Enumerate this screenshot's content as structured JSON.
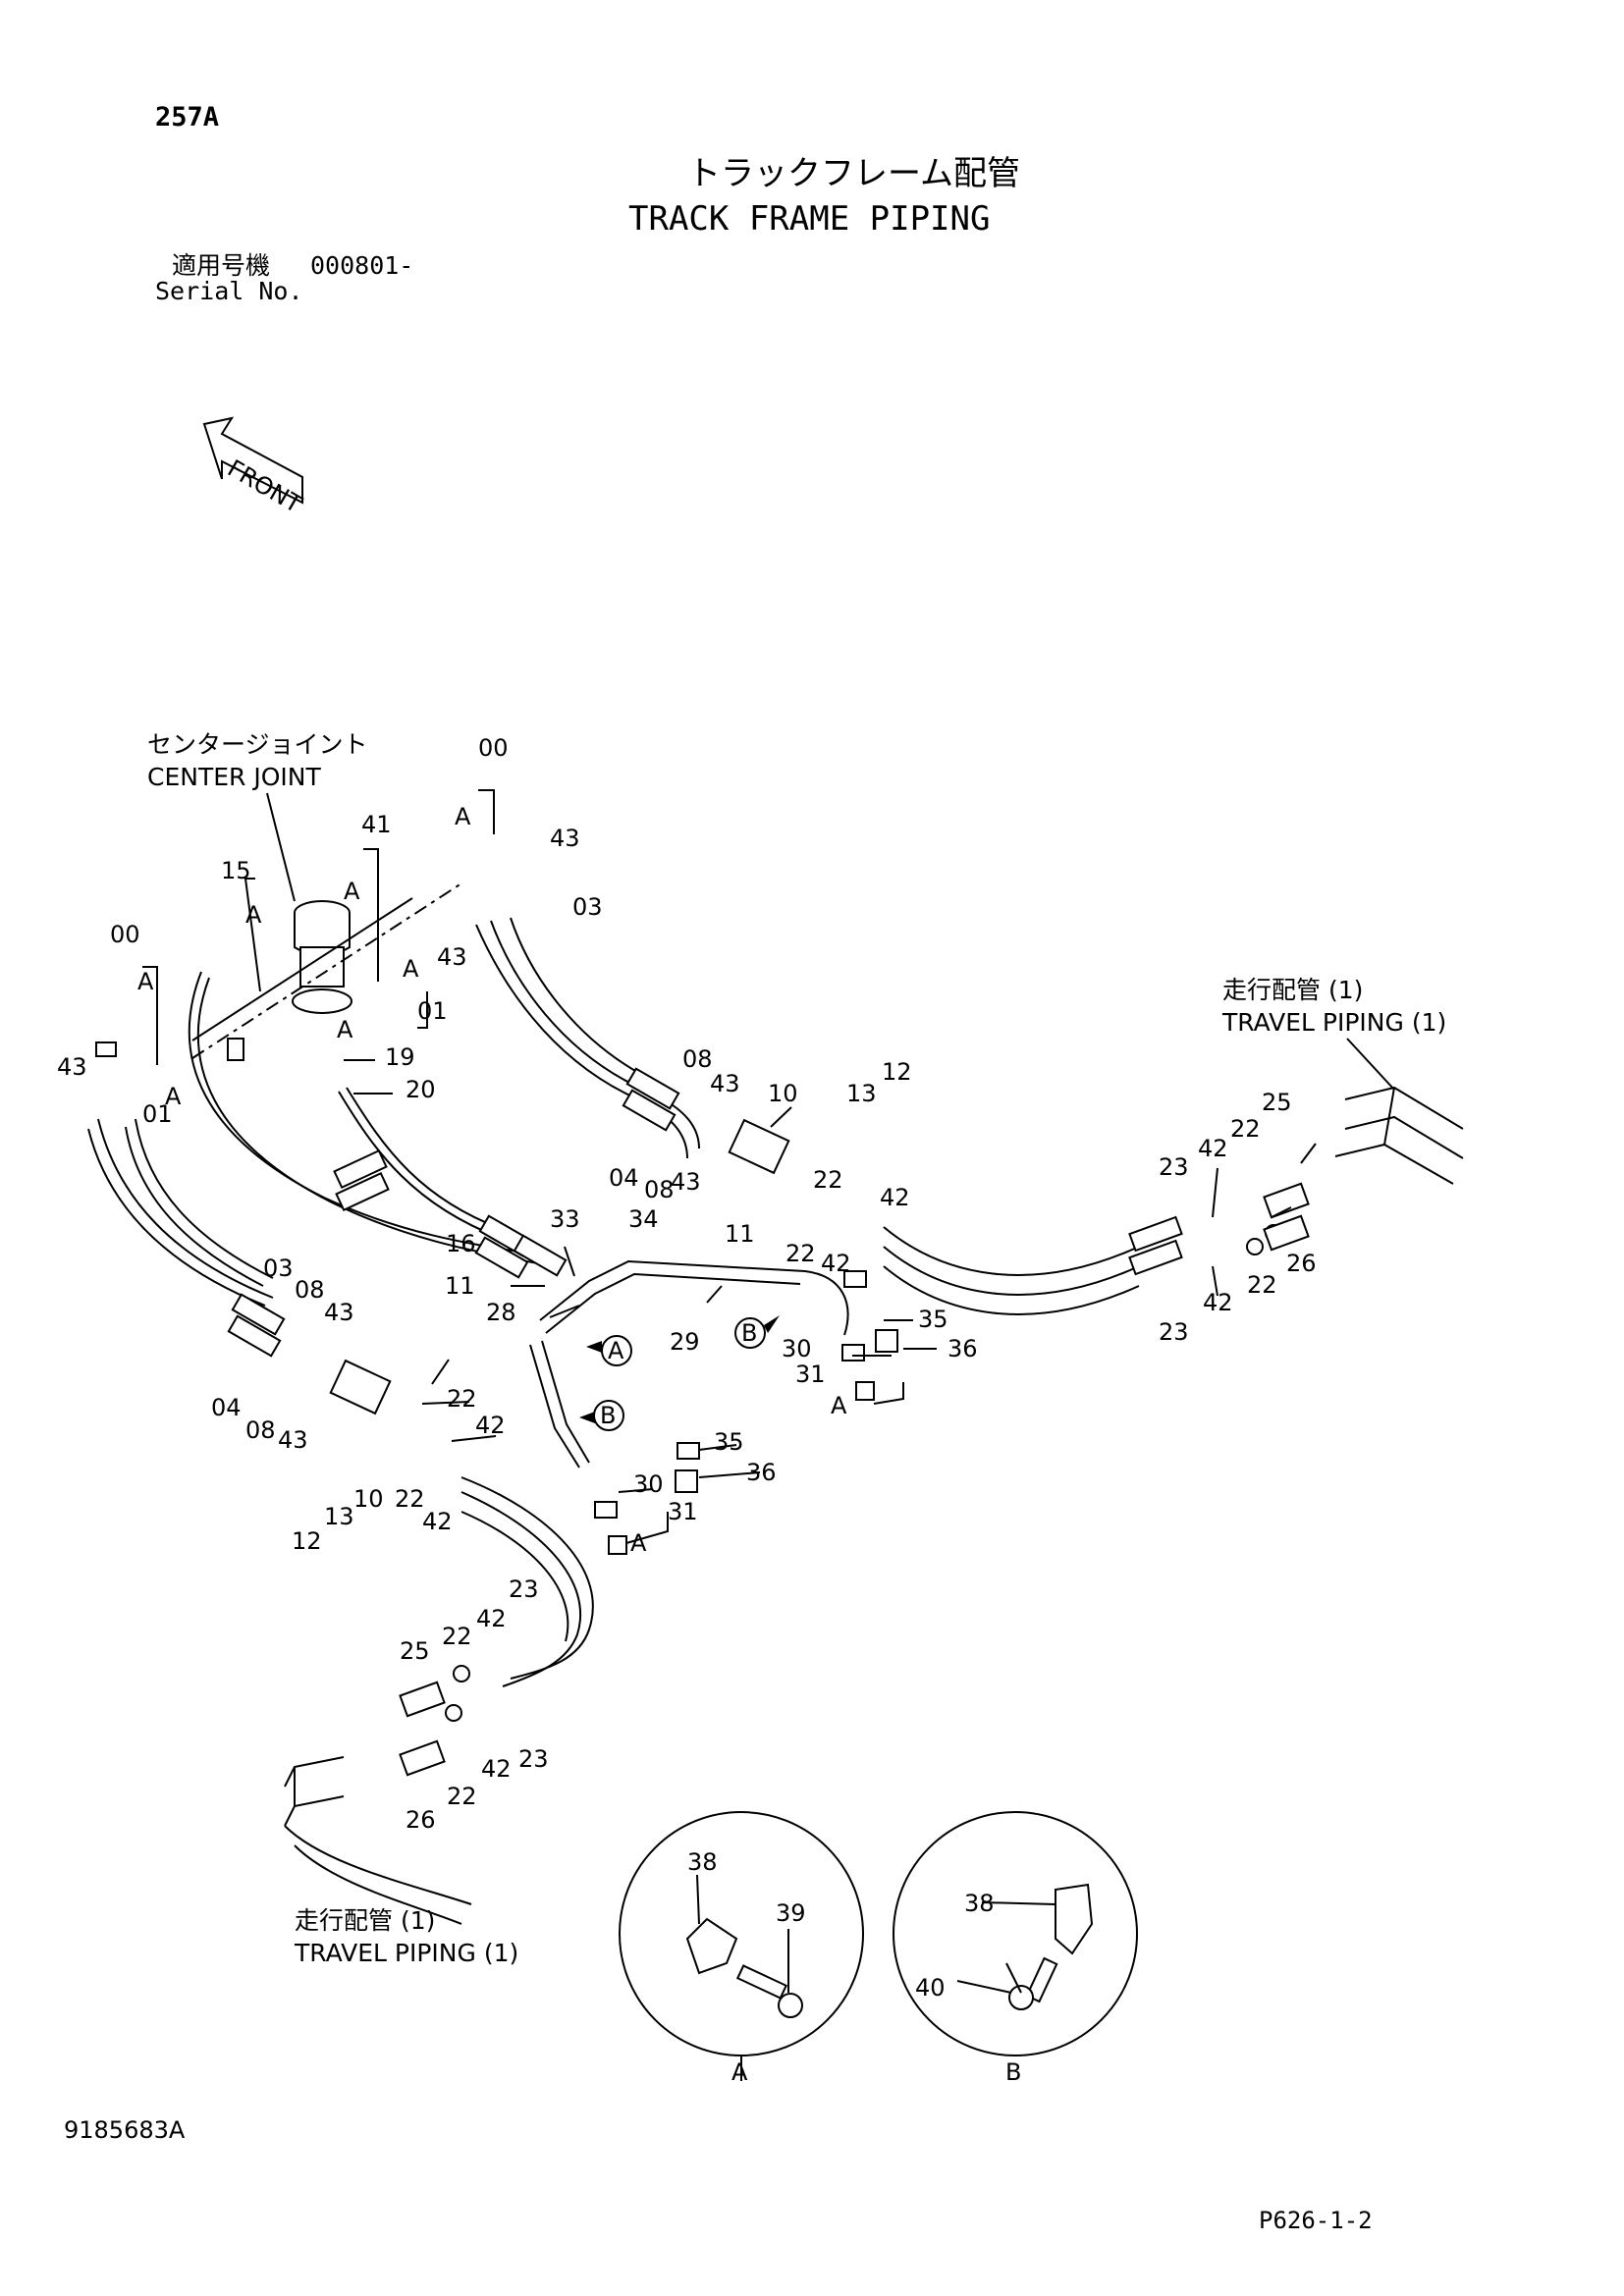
{
  "header": {
    "page_code": "257A",
    "title_jp": "トラックフレーム配管",
    "title_en": "TRACK FRAME PIPING",
    "applicable_label_jp": "適用号機",
    "serial_from": "000801-",
    "serial_label_en": "Serial No."
  },
  "front_arrow_label": "FRONT",
  "callouts": {
    "center_joint_jp": "センタージョイント",
    "center_joint_en": "CENTER JOINT",
    "travel_piping_jp": "走行配管 (1)",
    "travel_piping_en": "TRAVEL PIPING (1)"
  },
  "view_letters": {
    "a": "A",
    "b": "B"
  },
  "part_numbers": {
    "p00": "00",
    "p01": "01",
    "p03": "03",
    "p04": "04",
    "p08": "08",
    "p10": "10",
    "p11": "11",
    "p12": "12",
    "p13": "13",
    "p15": "15",
    "p16": "16",
    "p19": "19",
    "p20": "20",
    "p22": "22",
    "p23": "23",
    "p25": "25",
    "p26": "26",
    "p28": "28",
    "p29": "29",
    "p30": "30",
    "p31": "31",
    "p33": "33",
    "p34": "34",
    "p35": "35",
    "p36": "36",
    "p38": "38",
    "p39": "39",
    "p40": "40",
    "p41": "41",
    "p42": "42",
    "p43": "43"
  },
  "footer": {
    "drawing_number": "9185683A",
    "page_ref": "P626-1-2"
  }
}
